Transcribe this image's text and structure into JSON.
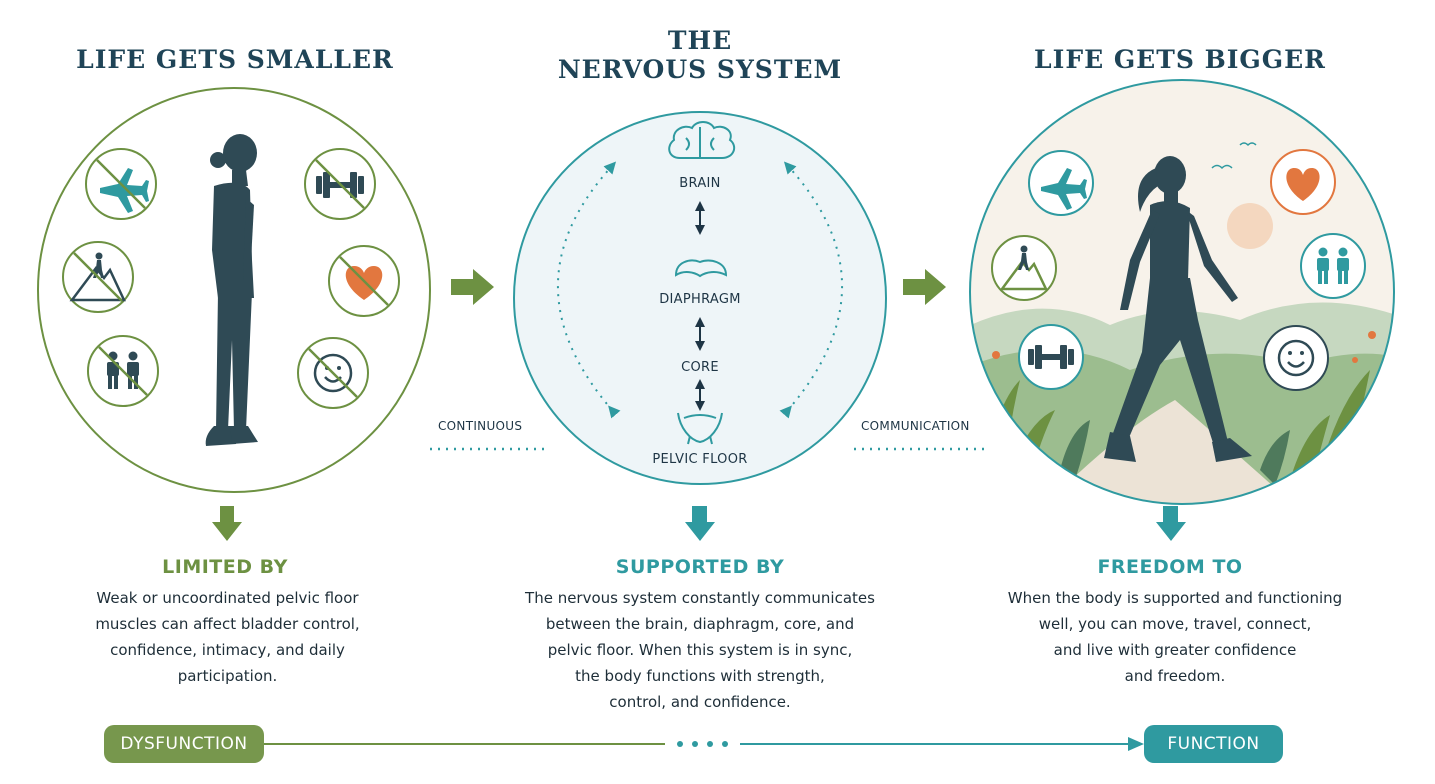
{
  "left": {
    "title": "LIFE GETS SMALLER",
    "heading": "LIMITED BY",
    "body": [
      "Weak or uncoordinated pelvic floor",
      "muscles can affect bladder control,",
      "confidence, intimacy, and daily",
      "participation."
    ]
  },
  "center": {
    "title_line1": "THE",
    "title_line2": "NERVOUS SYSTEM",
    "nodes": [
      "BRAIN",
      "DIAPHRAGM",
      "CORE",
      "PELVIC FLOOR"
    ],
    "heading": "SUPPORTED BY",
    "body": [
      "The nervous system constantly communicates",
      "between the brain, diaphragm, core, and",
      "pelvic floor. When this system is in sync,",
      "the body functions with strength,",
      "control, and confidence."
    ]
  },
  "right": {
    "title": "LIFE GETS BIGGER",
    "heading": "FREEDOM TO",
    "body": [
      "When the body is supported and functioning",
      "well, you can move, travel, connect,",
      "and live with greater confidence",
      "and freedom."
    ]
  },
  "flow": {
    "left_label": "CONTINUOUS",
    "right_label": "COMMUNICATION"
  },
  "spectrum": {
    "start": "DYSFUNCTION",
    "end": "FUNCTION"
  },
  "colors": {
    "green": "#6d9142",
    "teal": "#2f9aa0",
    "navy": "#1f4457",
    "figure": "#2f4a55",
    "accent_orange": "#e2773f"
  },
  "icons": {
    "left_circle": [
      "airplane-crossed-icon",
      "dumbbell-crossed-icon",
      "hiker-crossed-icon",
      "heart-crossed-icon",
      "couple-crossed-icon",
      "smile-crossed-icon"
    ],
    "right_circle": [
      "airplane-icon",
      "heart-icon",
      "hiker-icon",
      "couple-icon",
      "dumbbell-icon",
      "smile-icon"
    ]
  }
}
